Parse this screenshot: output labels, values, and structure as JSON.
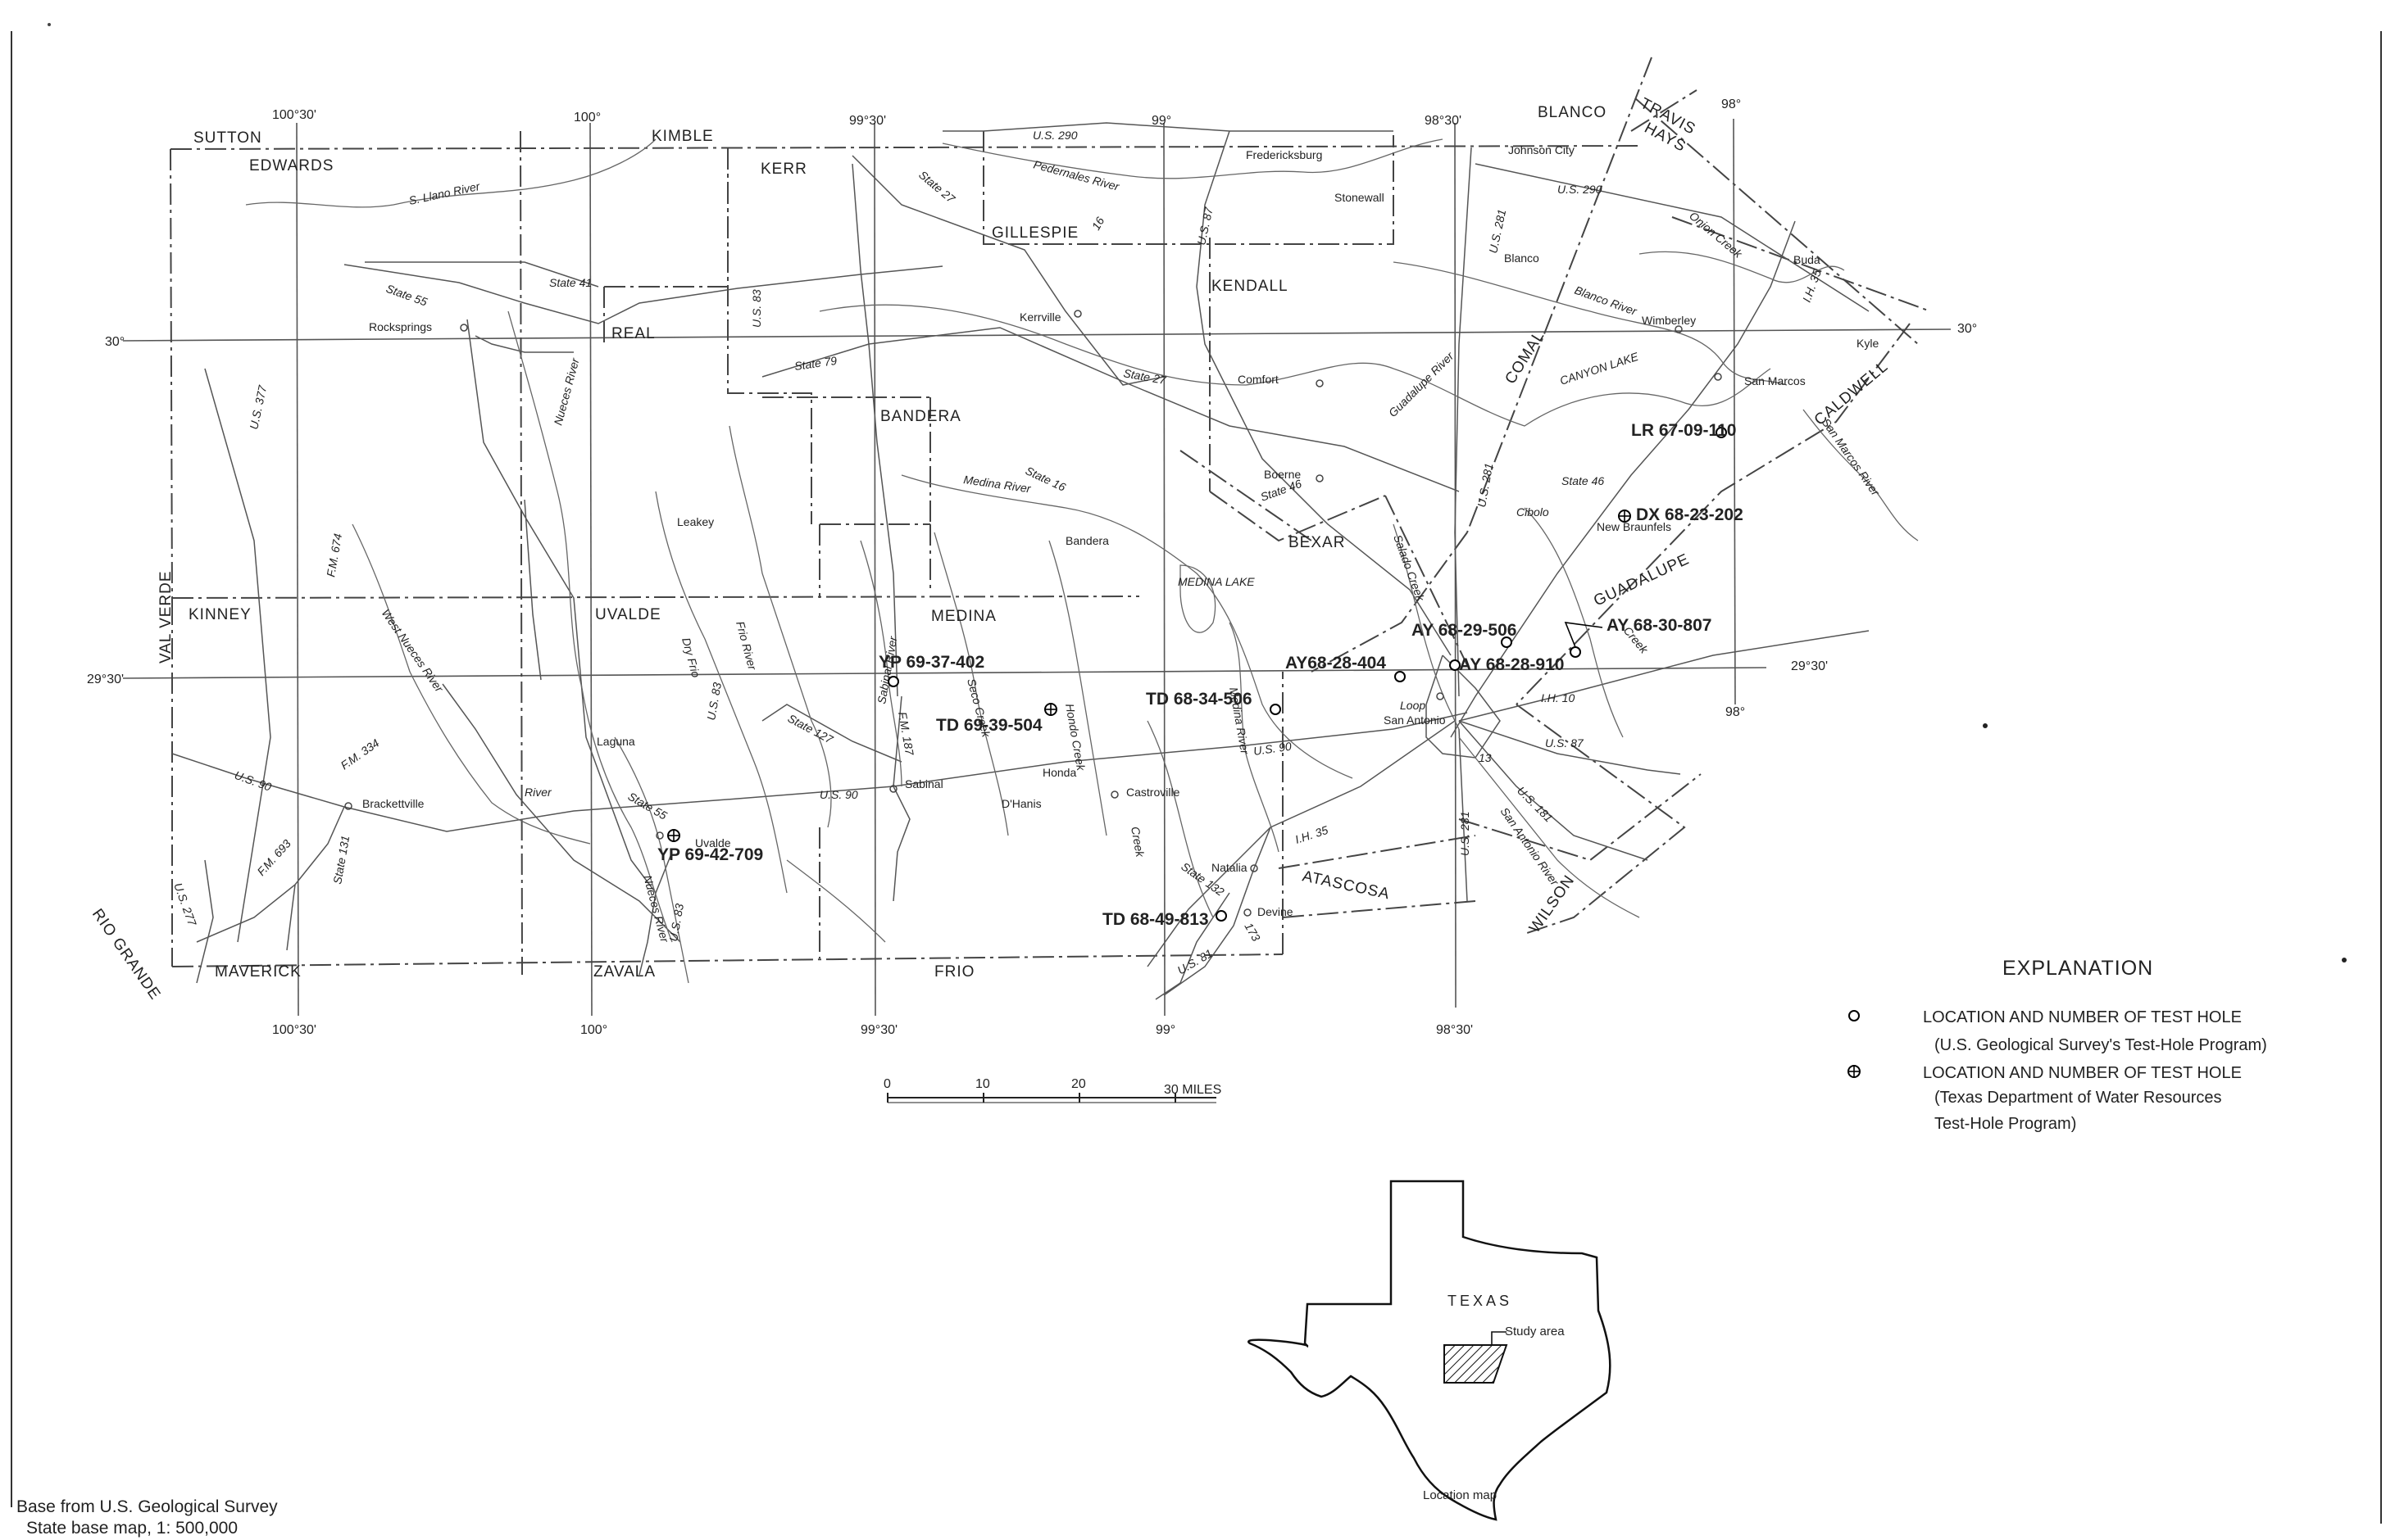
{
  "counties": [
    {
      "id": "sutton",
      "name": "SUTTON"
    },
    {
      "id": "edwards",
      "name": "EDWARDS"
    },
    {
      "id": "kimble",
      "name": "KIMBLE"
    },
    {
      "id": "kerr",
      "name": "KERR"
    },
    {
      "id": "gillespie",
      "name": "GILLESPIE"
    },
    {
      "id": "blanco",
      "name": "BLANCO"
    },
    {
      "id": "travis",
      "name": "TRAVIS"
    },
    {
      "id": "hays",
      "name": "HAYS"
    },
    {
      "id": "kendall",
      "name": "KENDALL"
    },
    {
      "id": "real",
      "name": "REAL"
    },
    {
      "id": "bandera",
      "name": "BANDERA"
    },
    {
      "id": "comal",
      "name": "COMAL"
    },
    {
      "id": "caldwell",
      "name": "CALDWELL"
    },
    {
      "id": "val-verde",
      "name": "VAL VERDE"
    },
    {
      "id": "kinney",
      "name": "KINNEY"
    },
    {
      "id": "uvalde",
      "name": "UVALDE"
    },
    {
      "id": "medina",
      "name": "MEDINA"
    },
    {
      "id": "bexar",
      "name": "BEXAR"
    },
    {
      "id": "guadalupe",
      "name": "GUADALUPE"
    },
    {
      "id": "maverick",
      "name": "MAVERICK"
    },
    {
      "id": "zavala",
      "name": "ZAVALA"
    },
    {
      "id": "frio",
      "name": "FRIO"
    },
    {
      "id": "atascosa",
      "name": "ATASCOSA"
    },
    {
      "id": "wilson",
      "name": "WILSON"
    },
    {
      "id": "rio-grande",
      "name": "RIO GRANDE"
    }
  ],
  "coordinates": {
    "top": [
      "100°30'",
      "100°",
      "99°30'",
      "99°",
      "98°30'",
      "98°"
    ],
    "bottom": [
      "100°30'",
      "100°",
      "99°30'",
      "99°",
      "98°30'"
    ],
    "lat_30": "30°",
    "lat_2930": "29°30'",
    "lon_98_lower": "98°"
  },
  "towns": [
    {
      "id": "fredericksburg",
      "name": "Fredericksburg"
    },
    {
      "id": "stonewall",
      "name": "Stonewall"
    },
    {
      "id": "johnson-city",
      "name": "Johnson City"
    },
    {
      "id": "blanco-town",
      "name": "Blanco"
    },
    {
      "id": "buda",
      "name": "Buda"
    },
    {
      "id": "kyle",
      "name": "Kyle"
    },
    {
      "id": "wimberley",
      "name": "Wimberley"
    },
    {
      "id": "san-marcos",
      "name": "San Marcos"
    },
    {
      "id": "rocksprings",
      "name": "Rocksprings"
    },
    {
      "id": "kerrville",
      "name": "Kerrville"
    },
    {
      "id": "comfort",
      "name": "Comfort"
    },
    {
      "id": "boerne",
      "name": "Boerne"
    },
    {
      "id": "leakey",
      "name": "Leakey"
    },
    {
      "id": "bandera-town",
      "name": "Bandera"
    },
    {
      "id": "new-braunfels",
      "name": "New Braunfels"
    },
    {
      "id": "laguna",
      "name": "Laguna"
    },
    {
      "id": "brackettville",
      "name": "Brackettville"
    },
    {
      "id": "sabinal",
      "name": "Sabinal"
    },
    {
      "id": "dhanis",
      "name": "D'Hanis"
    },
    {
      "id": "honda",
      "name": "Honda"
    },
    {
      "id": "castroville",
      "name": "Castroville"
    },
    {
      "id": "san-antonio",
      "name": "San Antonio"
    },
    {
      "id": "uvalde-town",
      "name": "Uvalde"
    },
    {
      "id": "natalia",
      "name": "Natalia"
    },
    {
      "id": "devine",
      "name": "Devine"
    }
  ],
  "roads": [
    {
      "id": "us290-w",
      "name": "U.S. 290"
    },
    {
      "id": "us290-e",
      "name": "U.S. 290"
    },
    {
      "id": "state27-n",
      "name": "State 27"
    },
    {
      "id": "us87-n",
      "name": "U.S. 87"
    },
    {
      "id": "state16-n",
      "name": "16"
    },
    {
      "id": "us281-n",
      "name": "U.S. 281"
    },
    {
      "id": "state55",
      "name": "State 55"
    },
    {
      "id": "state41",
      "name": "State 41"
    },
    {
      "id": "us83-n",
      "name": "U.S. 83"
    },
    {
      "id": "us377",
      "name": "U.S. 377"
    },
    {
      "id": "state79",
      "name": "State 79"
    },
    {
      "id": "state27-k",
      "name": "State 27"
    },
    {
      "id": "state16-m",
      "name": "State 16"
    },
    {
      "id": "state46-w",
      "name": "State 46"
    },
    {
      "id": "state46-e",
      "name": "State 46"
    },
    {
      "id": "ih35-n",
      "name": "I.H. 35"
    },
    {
      "id": "fm674",
      "name": "F.M. 674"
    },
    {
      "id": "us83-m",
      "name": "U.S. 83"
    },
    {
      "id": "us281-m",
      "name": "U.S. 281"
    },
    {
      "id": "state127",
      "name": "State 127"
    },
    {
      "id": "fm187",
      "name": "F.M. 187"
    },
    {
      "id": "fm334",
      "name": "F.M. 334"
    },
    {
      "id": "us90-w",
      "name": "U.S. 90"
    },
    {
      "id": "us90-m",
      "name": "U.S. 90"
    },
    {
      "id": "state55-s",
      "name": "State 55"
    },
    {
      "id": "us90-e",
      "name": "U.S. 90"
    },
    {
      "id": "ih10-e",
      "name": "I.H. 10"
    },
    {
      "id": "us87-e",
      "name": "U.S. 87"
    },
    {
      "id": "us181",
      "name": "U.S. 181"
    },
    {
      "id": "ih35-s",
      "name": "I.H. 35"
    },
    {
      "id": "us281-s",
      "name": "U.S. 281"
    },
    {
      "id": "state13",
      "name": "13"
    },
    {
      "id": "loop",
      "name": "Loop"
    },
    {
      "id": "state131",
      "name": "State 131"
    },
    {
      "id": "fm693",
      "name": "F.M. 693"
    },
    {
      "id": "us277",
      "name": "U.S. 277"
    },
    {
      "id": "us83-s",
      "name": "U.S. 83"
    },
    {
      "id": "state173",
      "name": "173"
    },
    {
      "id": "us81",
      "name": "U.S. 81"
    },
    {
      "id": "state132",
      "name": "State 132"
    }
  ],
  "rivers": [
    {
      "id": "s-llano",
      "name": "S. Llano River"
    },
    {
      "id": "pedernales",
      "name": "Pedernales River"
    },
    {
      "id": "onion-creek",
      "name": "Onion Creek"
    },
    {
      "id": "blanco-river",
      "name": "Blanco River"
    },
    {
      "id": "guadalupe-river",
      "name": "Guadalupe River"
    },
    {
      "id": "canyon-lake",
      "name": "CANYON LAKE"
    },
    {
      "id": "san-marcos-river",
      "name": "San Marcos River"
    },
    {
      "id": "nueces-river-n",
      "name": "Nueces River"
    },
    {
      "id": "west-nueces",
      "name": "West Nueces River"
    },
    {
      "id": "dry-frio",
      "name": "Dry Frio"
    },
    {
      "id": "frio-river",
      "name": "Frio River"
    },
    {
      "id": "medina-river",
      "name": "Medina River"
    },
    {
      "id": "medina-lake",
      "name": "MEDINA LAKE"
    },
    {
      "id": "salado-creek",
      "name": "Salado Creek"
    },
    {
      "id": "cibolo",
      "name": "Cibolo"
    },
    {
      "id": "creek-gu",
      "name": "Creek"
    },
    {
      "id": "sabinal-river",
      "name": "Sabinal River"
    },
    {
      "id": "seco-creek",
      "name": "Seco Creek"
    },
    {
      "id": "hondo-creek",
      "name": "Hondo Creek"
    },
    {
      "id": "medina-river-s",
      "name": "Medina River"
    },
    {
      "id": "nueces-river-s",
      "name": "Nueces River"
    },
    {
      "id": "river-w",
      "name": "River"
    },
    {
      "id": "san-antonio-river",
      "name": "San Antonio River"
    },
    {
      "id": "creek-castroville",
      "name": "Creek"
    }
  ],
  "test_holes": [
    {
      "id": "lr-67-09-110",
      "number": "LR 67-09-110",
      "program": "usgs"
    },
    {
      "id": "dx-68-23-202",
      "number": "DX 68-23-202",
      "program": "twdr"
    },
    {
      "id": "ay-68-29-506",
      "number": "AY 68-29-506",
      "program": "usgs"
    },
    {
      "id": "ay-68-30-807",
      "number": "AY 68-30-807",
      "program": "usgs"
    },
    {
      "id": "ay-68-28-404",
      "number": "AY68-28-404",
      "program": "usgs"
    },
    {
      "id": "ay-68-28-910",
      "number": "AY 68-28-910",
      "program": "usgs"
    },
    {
      "id": "yp-69-37-402",
      "number": "YP 69-37-402",
      "program": "usgs"
    },
    {
      "id": "td-68-34-506",
      "number": "TD 68-34-506",
      "program": "usgs"
    },
    {
      "id": "td-69-39-504",
      "number": "TD 69-39-504",
      "program": "twdr"
    },
    {
      "id": "yp-69-42-709",
      "number": "YP 69-42-709",
      "program": "twdr"
    },
    {
      "id": "td-68-49-813",
      "number": "TD 68-49-813",
      "program": "usgs"
    }
  ],
  "scale_bar": {
    "ticks": [
      "0",
      "10",
      "20"
    ],
    "end": "30 MILES"
  },
  "explanation": {
    "title": "EXPLANATION",
    "usgs_line1": "LOCATION AND NUMBER OF TEST HOLE",
    "usgs_line2": "(U.S. Geological Survey's Test-Hole Program)",
    "twdr_line1": "LOCATION AND NUMBER OF TEST HOLE",
    "twdr_line2": "(Texas Department of Water Resources",
    "twdr_line3": "Test-Hole Program)"
  },
  "inset": {
    "state": "TEXAS",
    "study_area": "Study area",
    "caption": "Location map"
  },
  "base_note": {
    "line1": "Base from U.S. Geological Survey",
    "line2": "State base map, 1: 500,000"
  }
}
